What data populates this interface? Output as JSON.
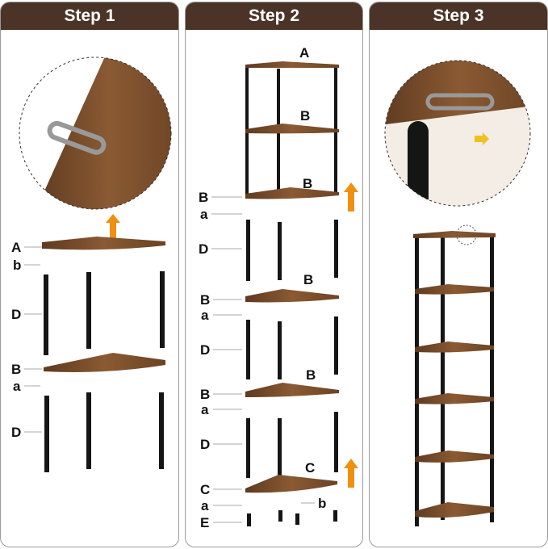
{
  "steps": [
    {
      "title": "Step 1"
    },
    {
      "title": "Step 2"
    },
    {
      "title": "Step 3"
    }
  ],
  "step1_labels": [
    "A",
    "b",
    "D",
    "B",
    "a",
    "D"
  ],
  "step2_labels": {
    "top": [
      "A",
      "B",
      "B"
    ],
    "left": [
      "B",
      "a",
      "D",
      "B",
      "a",
      "D",
      "B",
      "a",
      "D",
      "C",
      "a",
      "E"
    ],
    "shelves": [
      "B",
      "B",
      "C"
    ],
    "foot": "b"
  },
  "colors": {
    "header": "#4b3427",
    "wood": "#7a4e2d",
    "arrow": "#f0900f",
    "pole": "#151515"
  }
}
